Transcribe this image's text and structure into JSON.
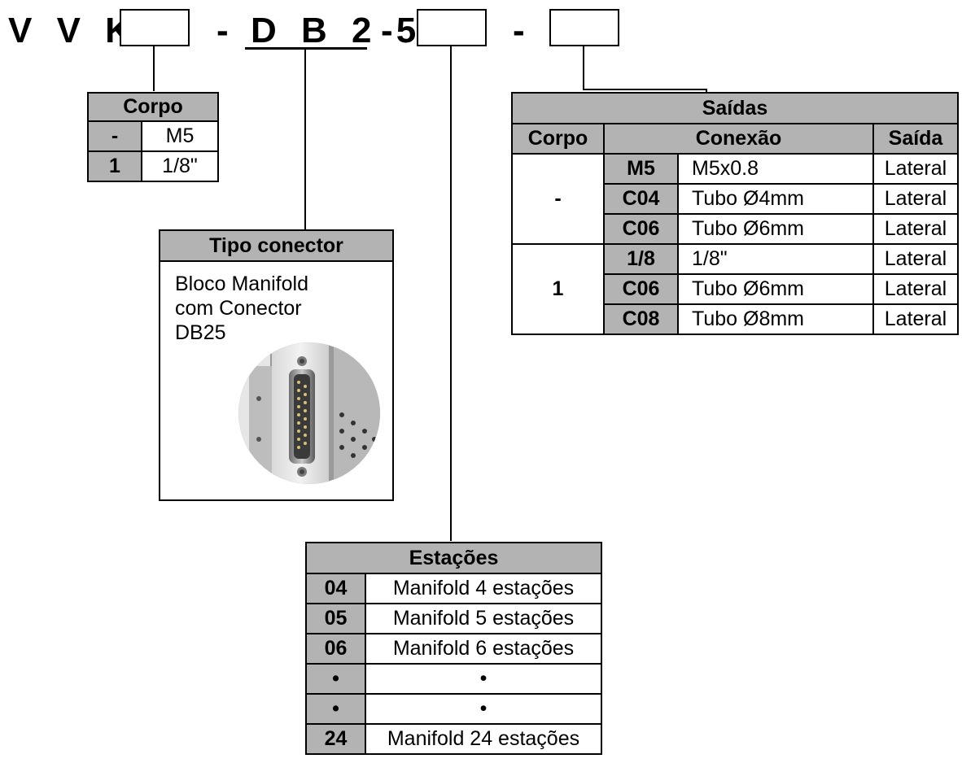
{
  "code_line": {
    "prefix": "V V K",
    "dash1": "-",
    "middle": "D B 2 5",
    "dash2": "-",
    "dash3": "-"
  },
  "corpo": {
    "title": "Corpo",
    "rows": [
      {
        "code": "-",
        "value": "M5"
      },
      {
        "code": "1",
        "value": "1/8\""
      }
    ]
  },
  "tipo_conector": {
    "title": "Tipo conector",
    "lines": [
      "Bloco Manifold",
      "com Conector",
      "DB25"
    ],
    "photo": "db25-connector-photo"
  },
  "saidas": {
    "title": "Saídas",
    "headers": {
      "corpo": "Corpo",
      "conexao": "Conexão",
      "saida": "Saída"
    },
    "groups": [
      {
        "corpo": "-",
        "rows": [
          {
            "code": "M5",
            "desc": "M5x0.8",
            "saida": "Lateral"
          },
          {
            "code": "C04",
            "desc": "Tubo Ø4mm",
            "saida": "Lateral"
          },
          {
            "code": "C06",
            "desc": "Tubo Ø6mm",
            "saida": "Lateral"
          }
        ]
      },
      {
        "corpo": "1",
        "rows": [
          {
            "code": "1/8",
            "desc": "1/8\"",
            "saida": "Lateral"
          },
          {
            "code": "C06",
            "desc": "Tubo Ø6mm",
            "saida": "Lateral"
          },
          {
            "code": "C08",
            "desc": "Tubo Ø8mm",
            "saida": "Lateral"
          }
        ]
      }
    ]
  },
  "estacoes": {
    "title": "Estações",
    "rows": [
      {
        "code": "04",
        "desc": "Manifold 4 estações"
      },
      {
        "code": "05",
        "desc": "Manifold 5 estações"
      },
      {
        "code": "06",
        "desc": "Manifold 6 estações"
      },
      {
        "code": "•",
        "desc": "•"
      },
      {
        "code": "•",
        "desc": "•"
      },
      {
        "code": "24",
        "desc": "Manifold 24 estações"
      }
    ]
  },
  "colors": {
    "header_gray": "#b3b3b3",
    "line": "#000000",
    "background": "#ffffff"
  }
}
